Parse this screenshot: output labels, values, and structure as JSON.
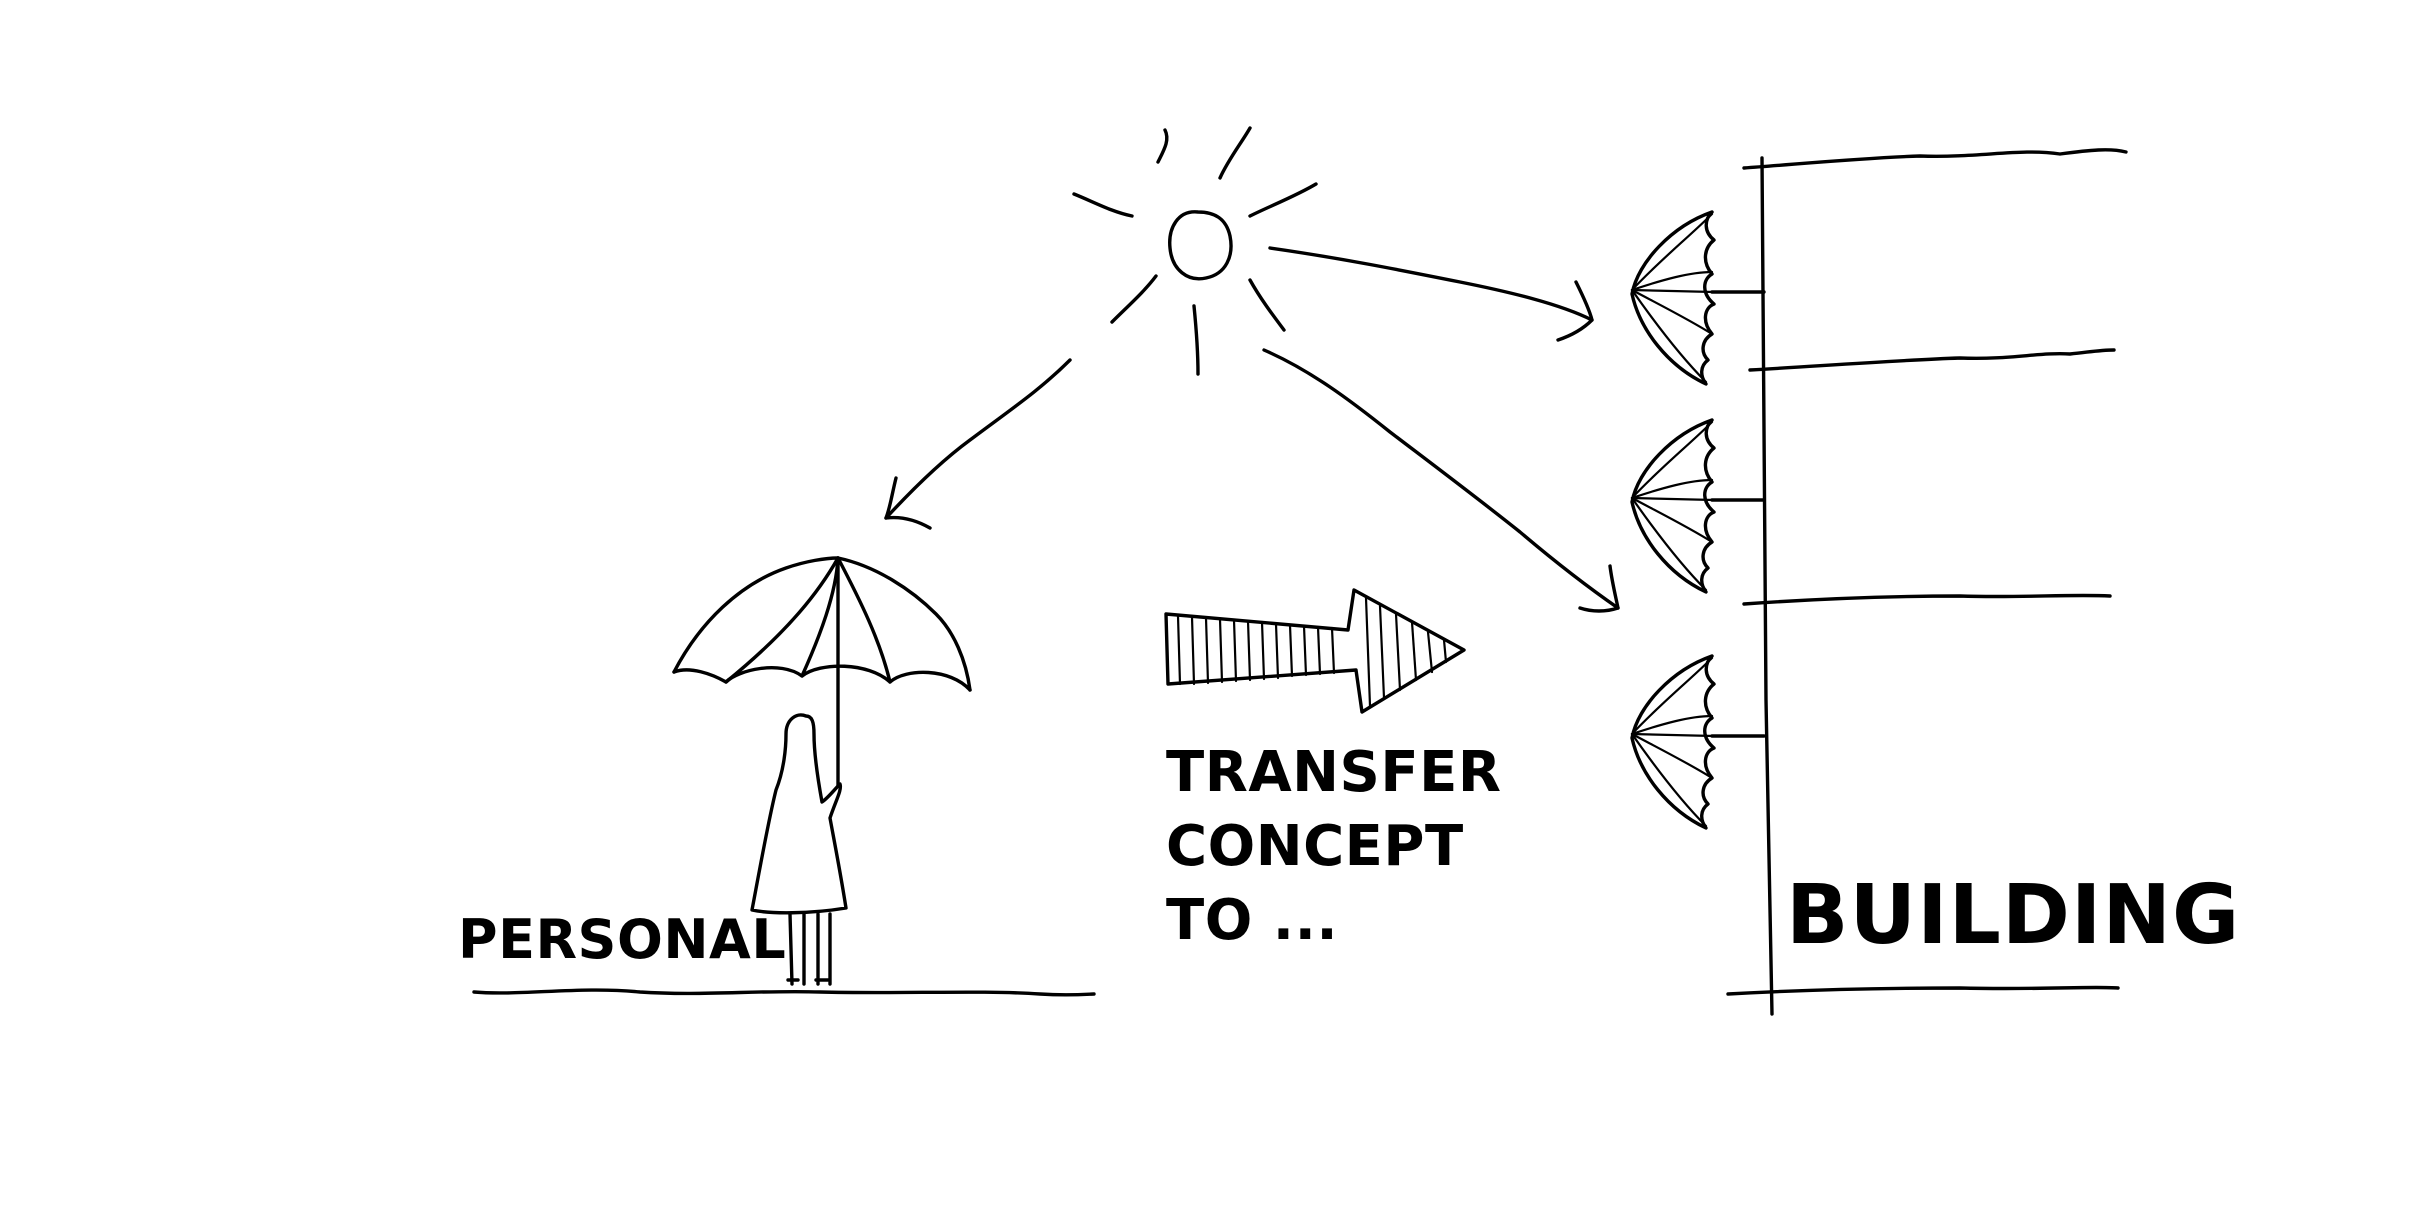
{
  "labels": {
    "personal": "PERSONAL",
    "transfer_lines": [
      "TRANSFER",
      "CONCEPT",
      "TO ..."
    ],
    "building": "BUILDING"
  },
  "colors": {
    "ink": "#000000",
    "background": "#ffffff"
  }
}
